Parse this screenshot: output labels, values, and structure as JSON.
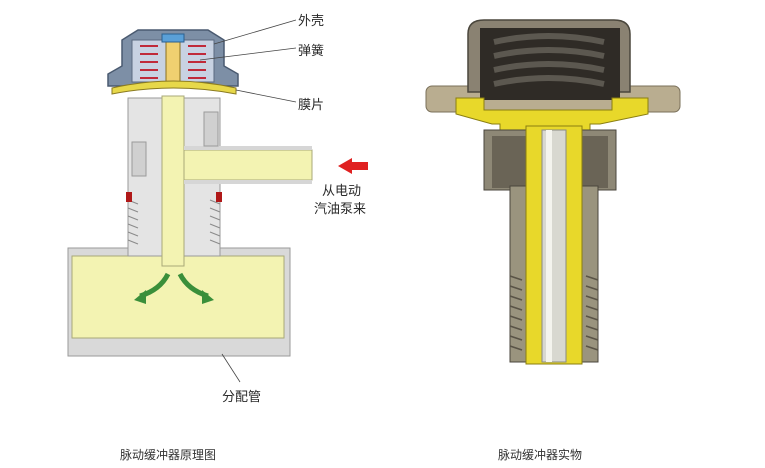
{
  "schematic": {
    "labels": {
      "housing": "外壳",
      "spring": "弹簧",
      "diaphragm": "膜片",
      "inlet_line1": "从电动",
      "inlet_line2": "汽油泵来",
      "rail": "分配管"
    },
    "caption": "脉动缓冲器原理图"
  },
  "photo": {
    "caption": "脉动缓冲器实物"
  },
  "colors": {
    "fuel": "#f3f3b2",
    "body": "#e6e6e6",
    "cap": "#7d8fa6",
    "arrow_in": "#e02020",
    "arrow_flow": "#3a8f3a",
    "yellow_part": "#e8d82a"
  }
}
